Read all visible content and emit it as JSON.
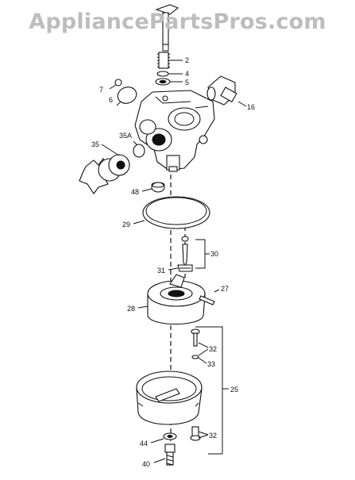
{
  "watermark": "AppliancePartsPros.com",
  "part_labels": {
    "p2": "2",
    "p4": "4",
    "p5": "5",
    "p6": "6",
    "p7": "7",
    "p16": "16",
    "p35": "35",
    "p35a": "35A",
    "p48": "48",
    "p29": "29",
    "p30": "30",
    "p31": "31",
    "p27": "27",
    "p28": "28",
    "p32a": "32",
    "p33": "33",
    "p25": "25",
    "p44": "44",
    "p32b": "32",
    "p40": "40"
  }
}
